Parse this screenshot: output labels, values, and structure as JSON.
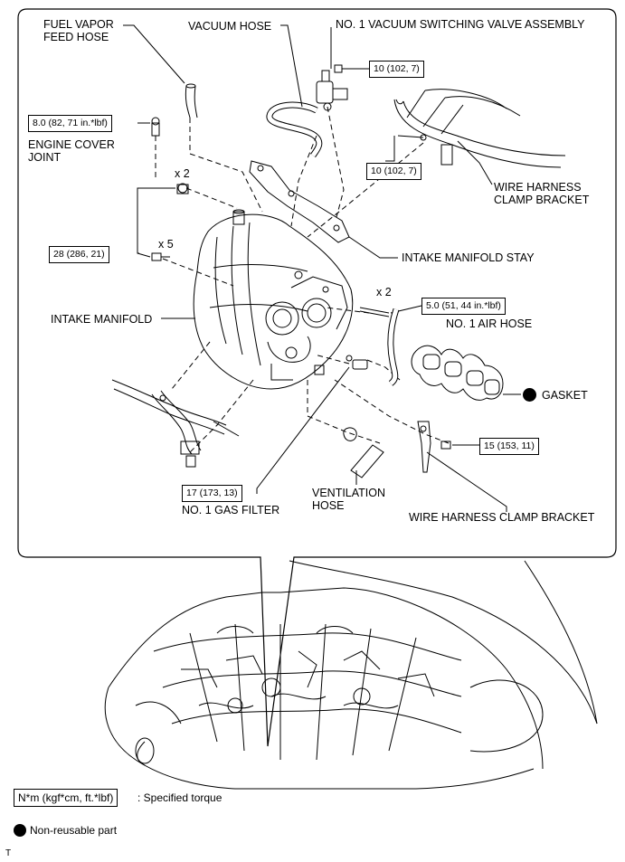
{
  "labels": {
    "fuel_vapor_feed_hose": [
      "FUEL VAPOR",
      "FEED HOSE"
    ],
    "vacuum_hose": "VACUUM HOSE",
    "vsv_assembly": "NO. 1 VACUUM SWITCHING VALVE ASSEMBLY",
    "engine_cover_joint": [
      "ENGINE COVER",
      "JOINT"
    ],
    "wire_harness_clamp_bracket_upper": [
      "WIRE HARNESS",
      "CLAMP BRACKET"
    ],
    "intake_manifold_stay": "INTAKE MANIFOLD STAY",
    "intake_manifold": "INTAKE MANIFOLD",
    "no1_air_hose": "NO. 1 AIR HOSE",
    "gasket": "GASKET",
    "no1_gas_filter": "NO. 1 GAS FILTER",
    "ventilation_hose": [
      "VENTILATION",
      "HOSE"
    ],
    "wire_harness_clamp_bracket_lower": "WIRE HARNESS CLAMP BRACKET"
  },
  "quantities": {
    "nuts_x2": "x 2",
    "bolts_x5": "x 5",
    "studs_x2": "x 2"
  },
  "torques": {
    "vsv_bolt": "10 (102, 7)",
    "engine_cover_joint": "8.0 (82, 71 in.*lbf)",
    "bracket_bolt": "10 (102, 7)",
    "manifold_bolts": "28 (286, 21)",
    "stud_bolts": "5.0 (51, 44 in.*lbf)",
    "clamp_bracket_bolt": "15 (153, 11)",
    "gas_filter": "17 (173, 13)"
  },
  "legend": {
    "torque_unit": "N*m (kgf*cm, ft.*lbf)",
    "torque_desc": ": Specified torque",
    "nonreusable": "Non-reusable part"
  },
  "footer": "T"
}
